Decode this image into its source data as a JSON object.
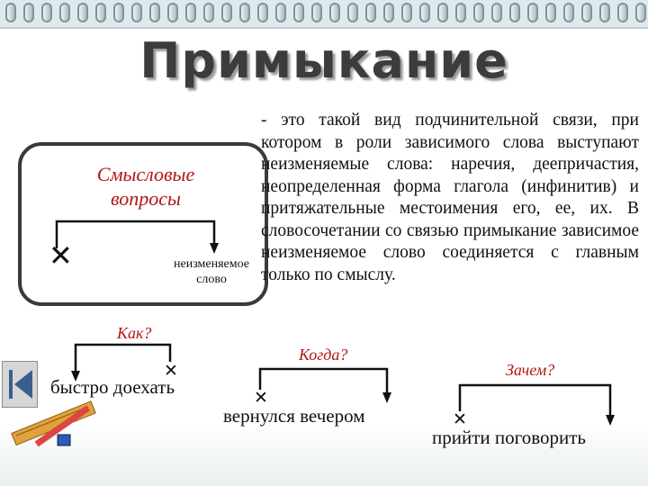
{
  "title": "Примыкание",
  "definition": "- это такой вид подчинительной связи, при котором в роли зависимого слова выступают неизменяемые слова: наречия, деепричастия, неопределенная форма глагола (инфинитив) и притяжательные местоимения его, ее, их. В словосочетании со связью примыкание зависимое неизменяемое слово соединяется с главным только по смыслу.",
  "scheme": {
    "semantic_questions": "Смысловые вопросы",
    "immutable_word_line1": "неизменяемое",
    "immutable_word_line2": "слово"
  },
  "examples": [
    {
      "question": "Как?",
      "phrase": "быстро доехать"
    },
    {
      "question": "Когда?",
      "phrase": "вернулся вечером"
    },
    {
      "question": "Зачем?",
      "phrase": "прийти поговорить"
    }
  ],
  "icons": {
    "cross": "✕",
    "back": "back-arrow-icon",
    "ruler": "ruler-pencil-icon"
  },
  "colors": {
    "question_text": "#b31414",
    "title_text": "#3c3c3c"
  }
}
